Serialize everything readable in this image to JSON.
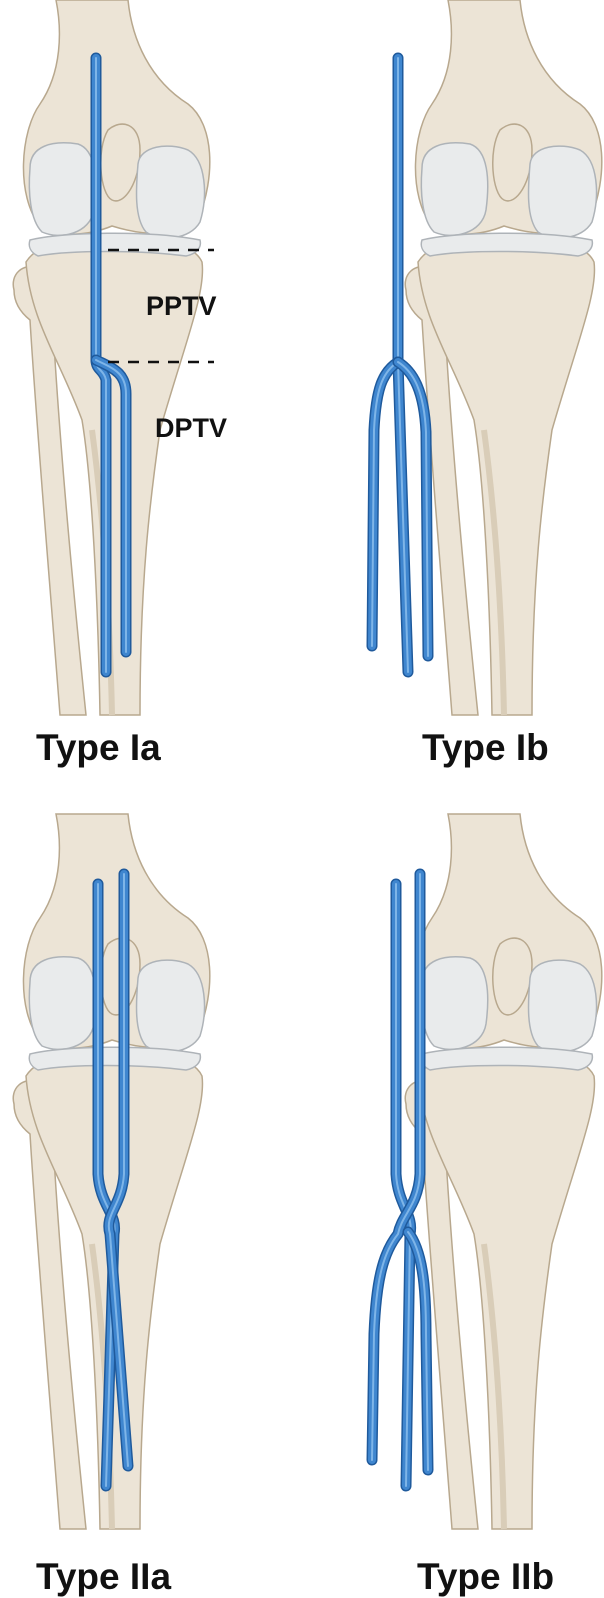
{
  "colors": {
    "bone": "#ece4d6",
    "bone_edge": "#b8a88e",
    "bone_shadow": "#d9cdb8",
    "cartilage": "#e9ebec",
    "cartilage_edge": "#aeb3b8",
    "vein": "#3f86cf",
    "vein_edge": "#1f5a9c",
    "vein_highlight": "#8fc0ee",
    "label": "#111111"
  },
  "panels": [
    {
      "id": "type-ia",
      "caption": "Type Ia"
    },
    {
      "id": "type-ib",
      "caption": "Type Ib"
    },
    {
      "id": "type-iia",
      "caption": "Type IIa"
    },
    {
      "id": "type-iib",
      "caption": "Type IIb"
    }
  ],
  "annotations": {
    "pptv": "PPTV",
    "dptv": "DPTV"
  }
}
